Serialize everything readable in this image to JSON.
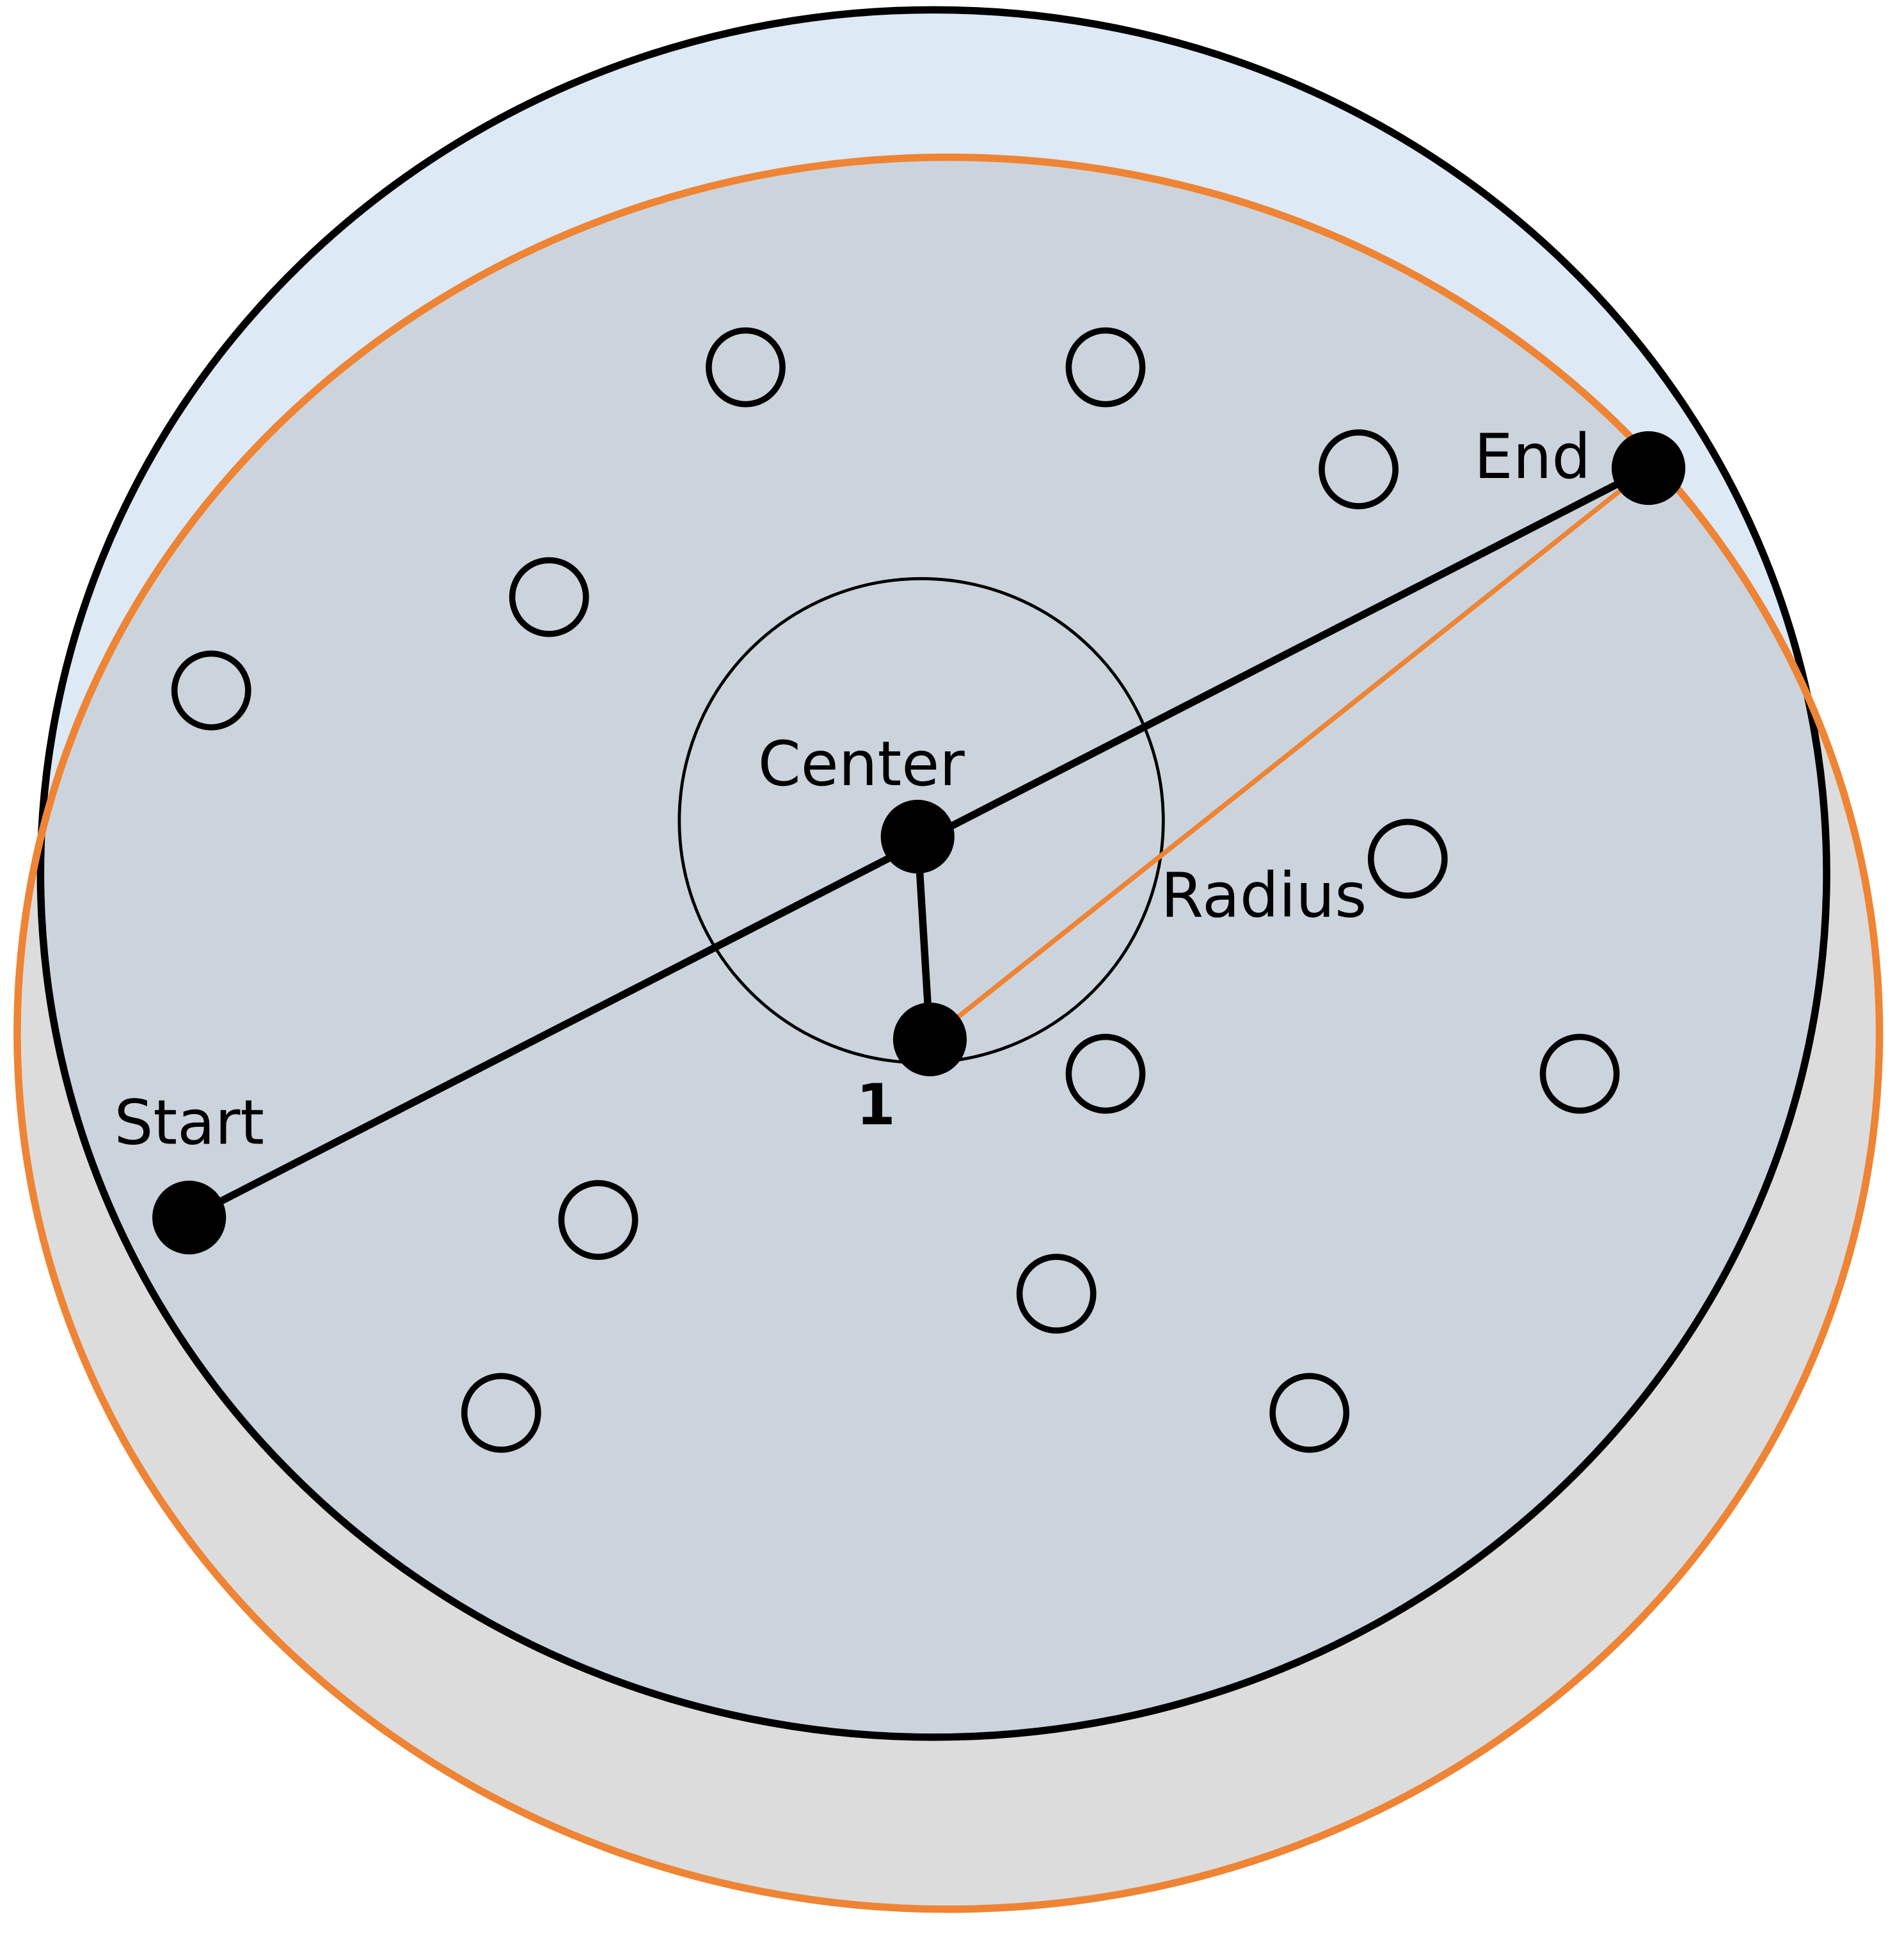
{
  "labels": {
    "start": "Start",
    "end": "End",
    "center": "Center",
    "radius": "Radius",
    "point_one": "1"
  },
  "colors": {
    "outer_circle_fill": "#dde9f5",
    "orange_circle_fill": "#dcdcdc",
    "overlap_fill": "#cbd4dc",
    "orange_stroke": "#ee8434",
    "black_stroke": "#000000",
    "white": "#ffffff"
  }
}
